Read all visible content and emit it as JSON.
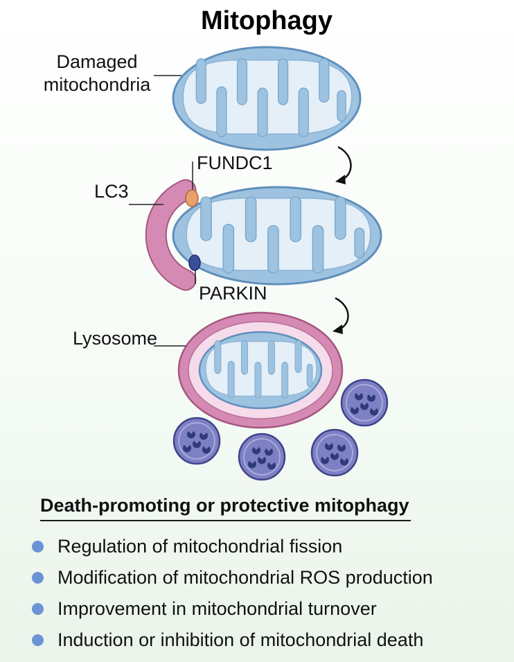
{
  "title": "Mitophagy",
  "labels": {
    "damaged": [
      "Damaged",
      "mitochondria"
    ],
    "lc3": "LC3",
    "fundc1": "FUNDC1",
    "parkin": "PARKIN",
    "lysosome": "Lysosome"
  },
  "section": {
    "title": "Death-promoting or protective mitophagy",
    "points": [
      "Regulation of mitochondrial fission",
      "Modification of mitochondrial ROS production",
      "Improvement in mitochondrial turnover",
      "Induction or inhibition of mitochondrial death"
    ]
  },
  "colors": {
    "mito_outer": "#9ec3e0",
    "mito_edge": "#5f8fbb",
    "mito_inner": "#e4eff8",
    "lc3": "#d58ab4",
    "lysosome_ring": "#d58ab4",
    "lysosome_fill": "#f6dbeb",
    "fundc1": "#e8a16a",
    "parkin": "#3a4f9a",
    "vesicle": "#7d80c2",
    "vesicle_edge": "#3f438a",
    "bullet": "#6b93d6"
  },
  "icons": [
    "curved-arrow-icon",
    "bullet-dot-icon"
  ]
}
